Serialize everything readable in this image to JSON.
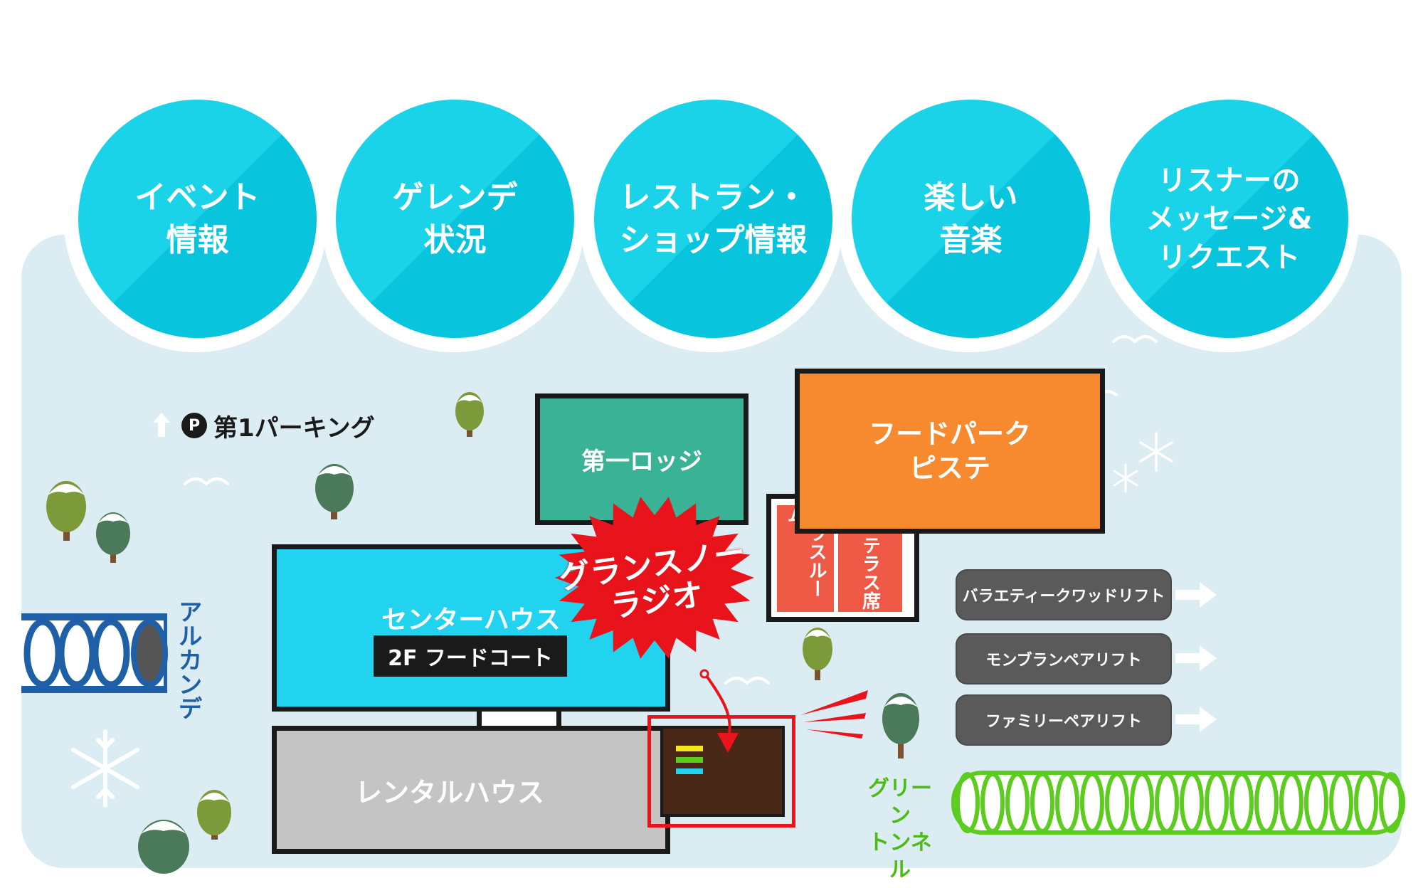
{
  "nav": [
    {
      "lines": [
        "イベント",
        "情報"
      ]
    },
    {
      "lines": [
        "ゲレンデ",
        "状況"
      ]
    },
    {
      "lines": [
        "レストラン・",
        "ショップ情報"
      ]
    },
    {
      "lines": [
        "楽しい",
        "音楽"
      ]
    },
    {
      "lines": [
        "リスナーの",
        "メッセージ&",
        "リクエスト"
      ]
    }
  ],
  "parking": {
    "icon_letter": "P",
    "label": "第1パーキング"
  },
  "buildings": {
    "lodge1": "第一ロッジ",
    "foodpark": [
      "フードパーク",
      "ピステ"
    ],
    "terrace_room": "テラスルーム",
    "terrace_seat": "テラス席",
    "center_house": "センターハウス",
    "food_court": "2F フードコート",
    "rental_house": "レンタルハウス"
  },
  "radio": [
    "グランスノー",
    "ラジオ"
  ],
  "arcande": "アルカンデ",
  "green_tunnel": [
    "グリーン",
    "トンネル"
  ],
  "lifts": [
    "バラエティークワッドリフト",
    "モンブランペアリフト",
    "ファミリーペアリフト"
  ],
  "colors": {
    "nav": "#1ad3e9",
    "lodge": "#3ab295",
    "foodpark": "#f78a2e",
    "terrace": "#ef5a47",
    "center_house": "#22d3f0",
    "rental": "#c4c4c4",
    "radio": "#e8131b",
    "booth": "#4a2818",
    "green": "#5ccc1e",
    "arcande": "#1f5fa8",
    "map_bg": "#dcecf3"
  }
}
